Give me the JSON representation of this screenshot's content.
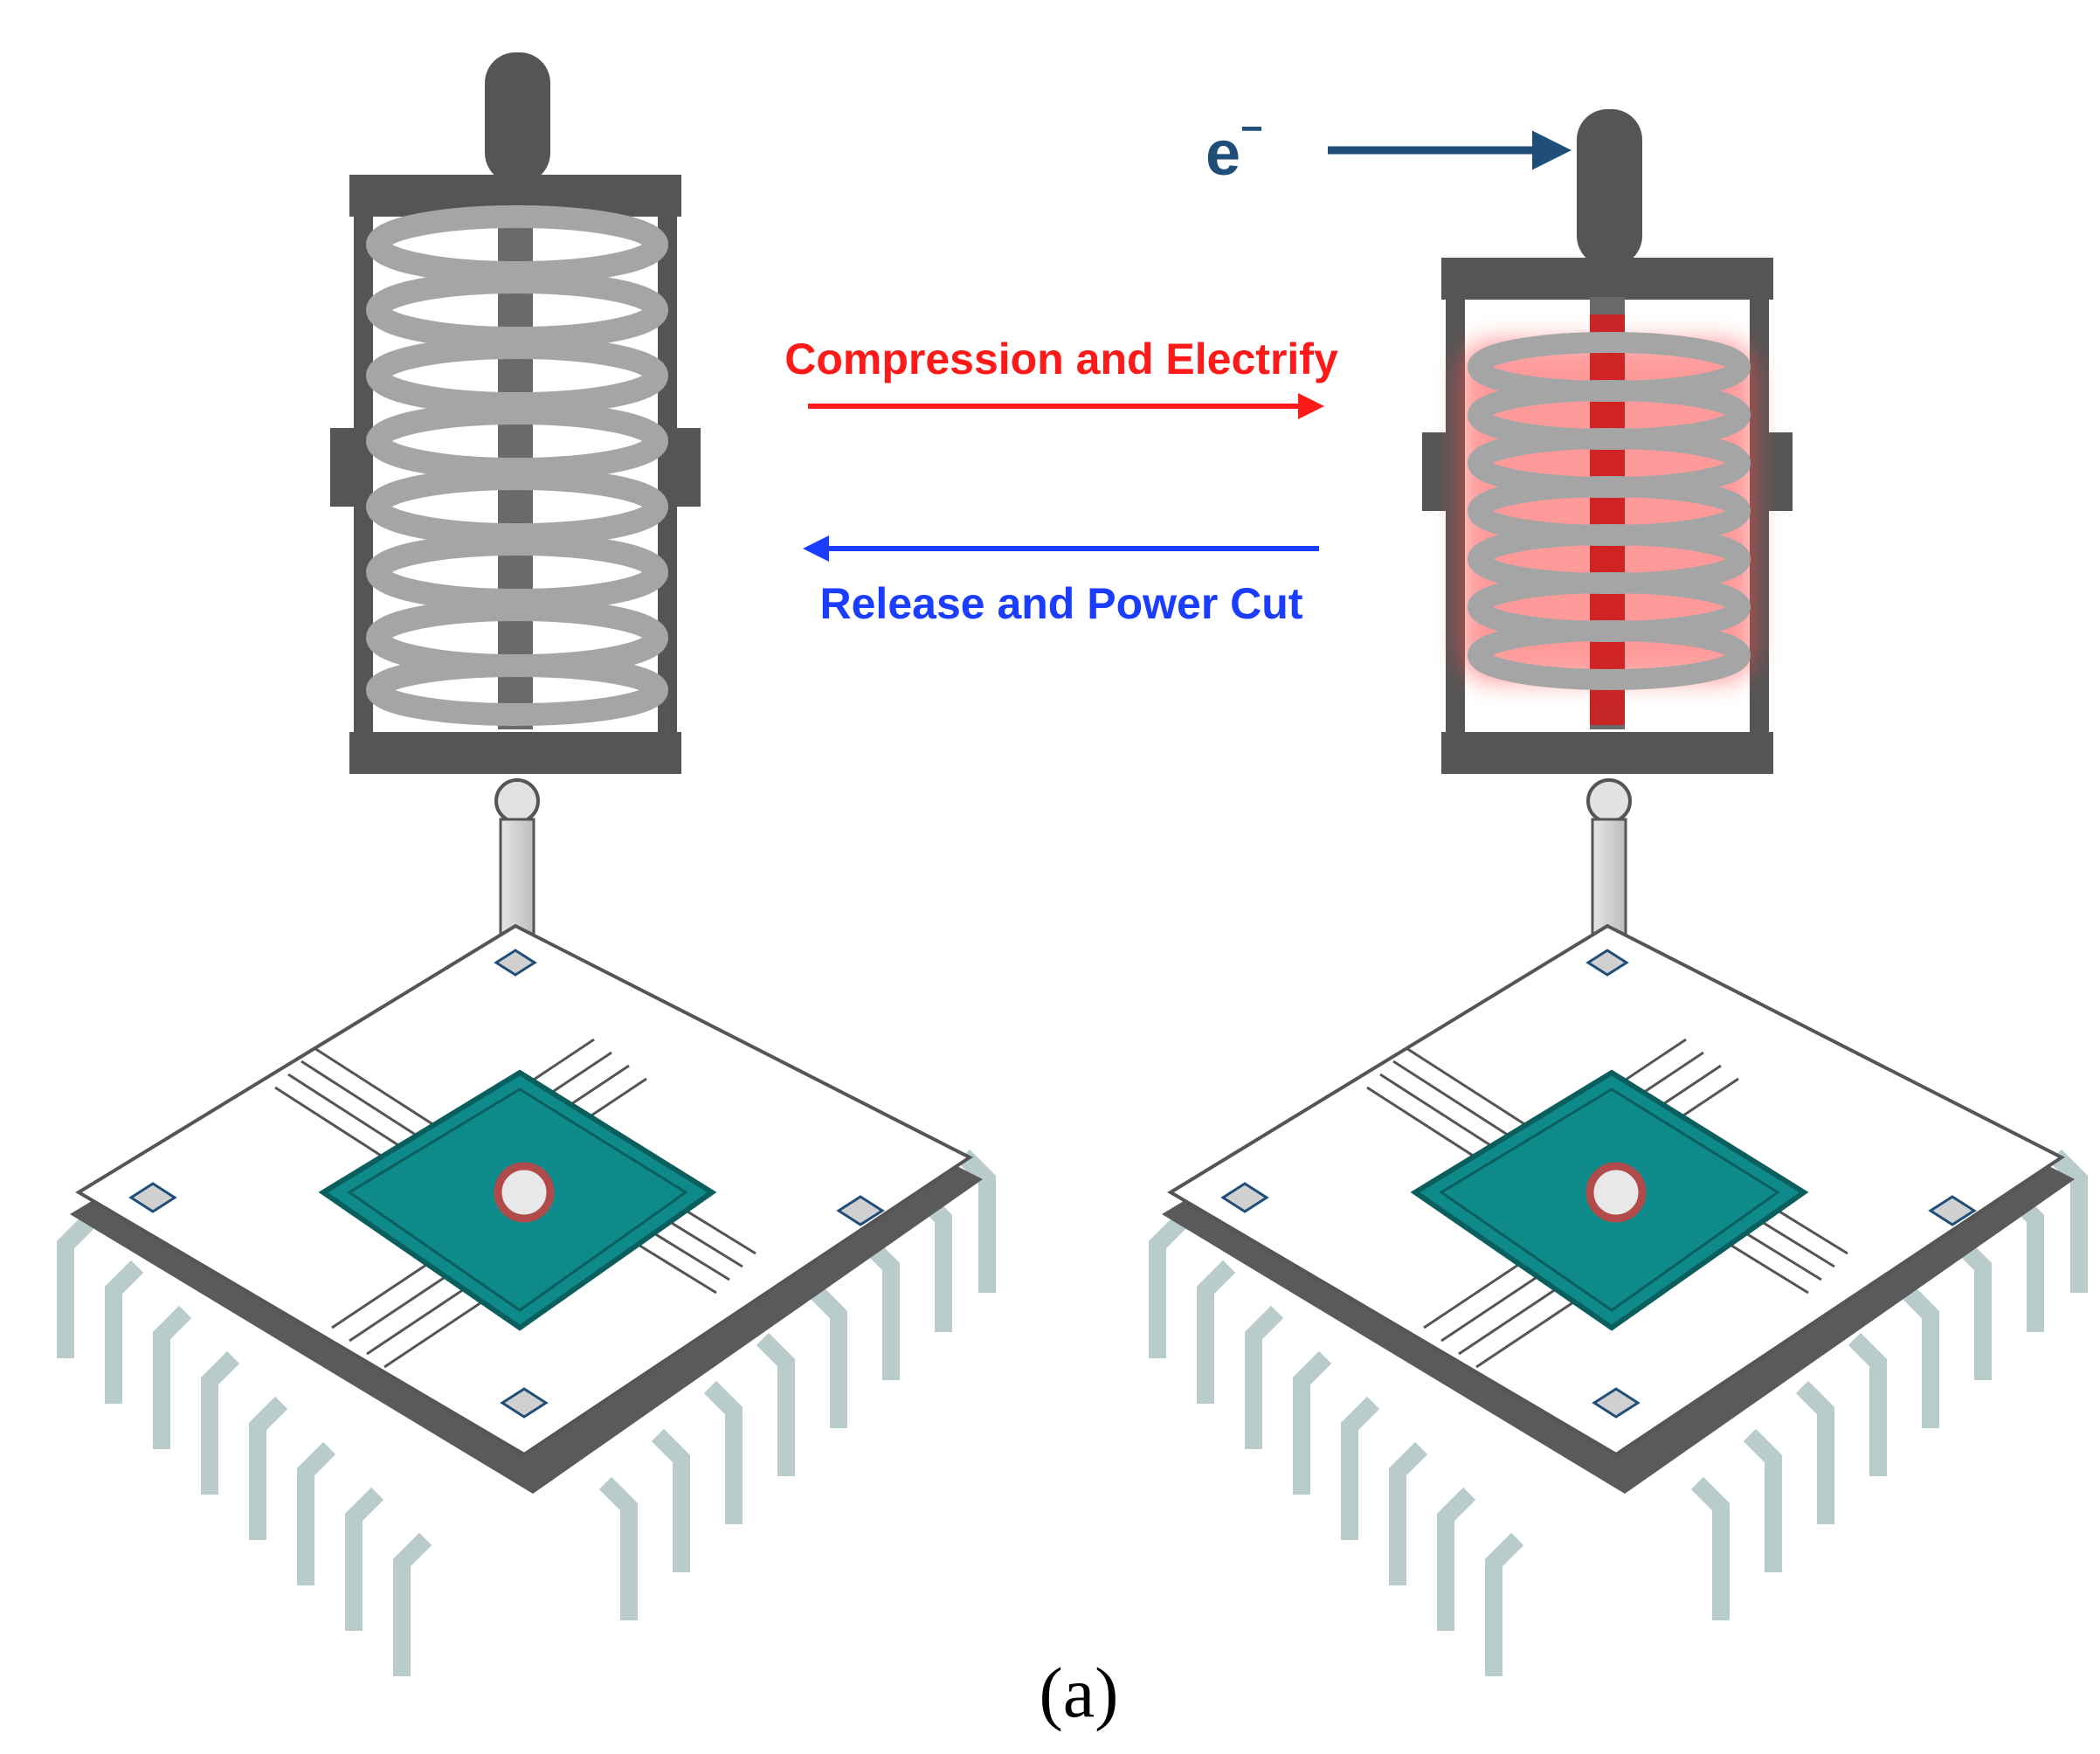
{
  "labels": {
    "electron": "e",
    "electron_sup": "−",
    "forward": "Compression and Electrify",
    "reverse": "Release and Power Cut",
    "caption": "(a)"
  },
  "colors": {
    "frame": "#555555",
    "spring": "#a9a9a9",
    "spring_hot_glow": "#ff4a4a",
    "forward_arrow": "#ff1a1a",
    "reverse_arrow": "#1a3dff",
    "electron_arrow": "#1f4e79",
    "die": "#0f8a8a",
    "die_border": "#0a5e5e",
    "pin": "#b9cccc",
    "chip_body": "#ffffff",
    "chip_edge": "#5a5a5a"
  }
}
